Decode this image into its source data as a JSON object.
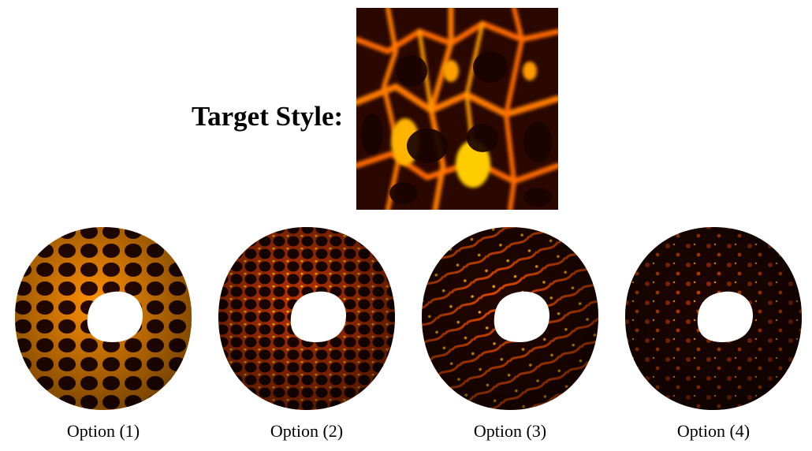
{
  "target": {
    "label": "Target Style:"
  },
  "options": [
    {
      "caption": "Option (1)"
    },
    {
      "caption": "Option (2)"
    },
    {
      "caption": "Option (3)"
    },
    {
      "caption": "Option (4)"
    }
  ],
  "colors": {
    "lava_dark": "#1a0400",
    "lava_mid": "#d23a00",
    "lava_bright": "#ffc400"
  }
}
